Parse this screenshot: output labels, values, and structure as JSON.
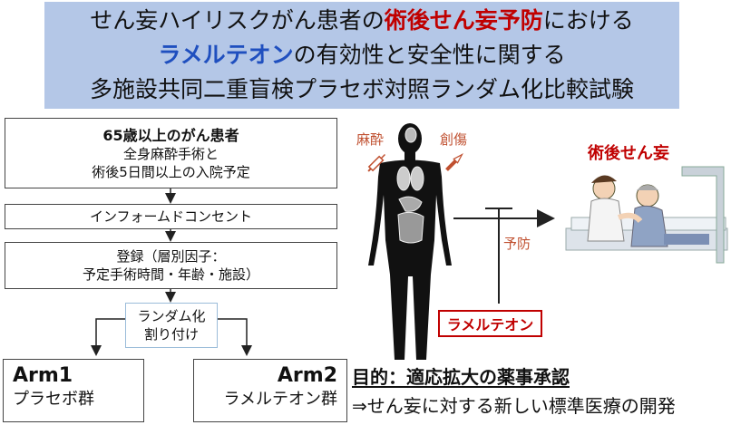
{
  "title": {
    "line1_pre": "せん妄ハイリスクがん患者の",
    "line1_hl": "術後せん妄予防",
    "line1_post": "における",
    "line2_hl": "ラメルテオン",
    "line2_post": "の有効性と安全性に関する",
    "line3": "多施設共同二重盲検プラセボ対照ランダム化比較試験"
  },
  "flow": {
    "eligibility_title": "65歳以上のがん患者",
    "eligibility_line1": "全身麻酔手術と",
    "eligibility_line2": "術後5日間以上の入院予定",
    "consent": "インフォームドコンセント",
    "registration_line1": "登録（層別因子：",
    "registration_line2": "予定手術時間・年齢・施設）",
    "randomization_line1": "ランダム化",
    "randomization_line2": "割り付け"
  },
  "arms": [
    {
      "title": "Arm1",
      "subtitle": "プラセボ群"
    },
    {
      "title": "Arm2",
      "subtitle": "ラメルテオン群"
    }
  ],
  "illustration": {
    "anesthesia_label": "麻酔",
    "injury_label": "創傷",
    "delirium_label": "術後せん妄",
    "prevention_label": "予防",
    "drug_label": "ラメルテオン"
  },
  "purpose": {
    "title": "目的：適応拡大の薬事承認",
    "subtitle": "⇒せん妄に対する新しい標準医療の開発"
  },
  "colors": {
    "title_bg": "#b4c7e7",
    "highlight_red": "#c00000",
    "highlight_blue": "#1f4fbf",
    "drug_box_border": "#c00000"
  }
}
